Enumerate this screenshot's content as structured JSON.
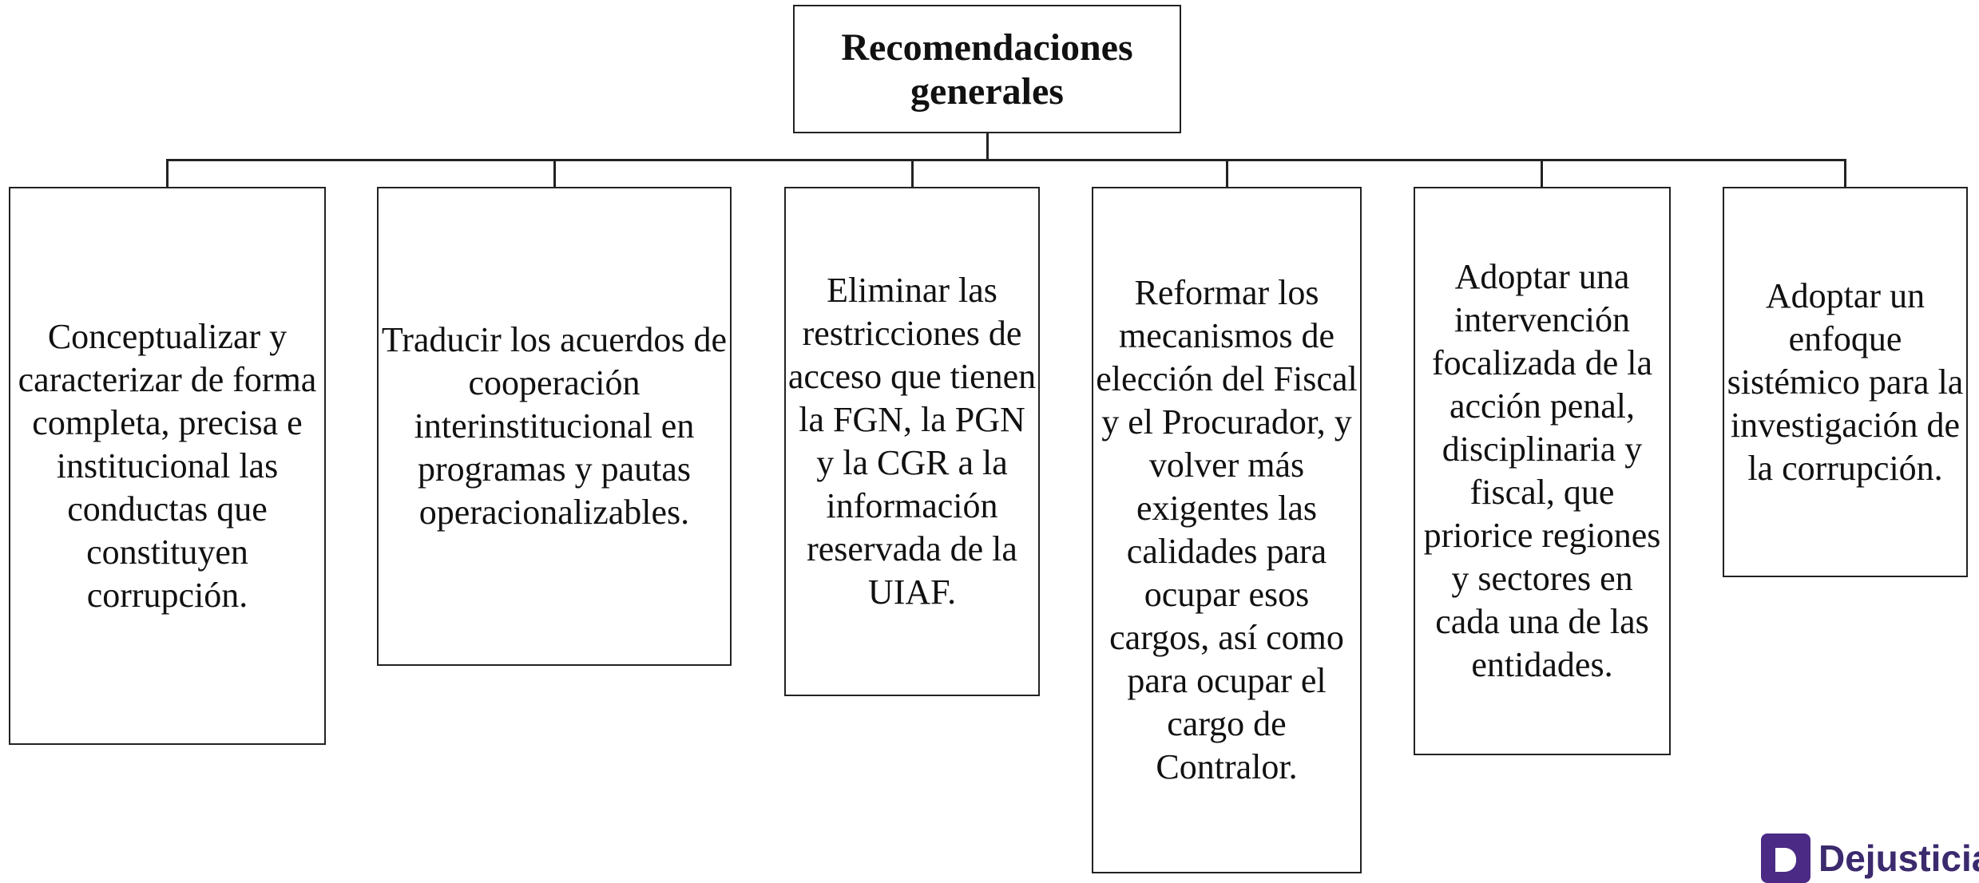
{
  "diagram": {
    "root": {
      "title": "Recomendaciones generales"
    },
    "children": [
      {
        "text": "Conceptualizar y caracterizar de forma completa, precisa e institucional las conductas que constituyen corrupción."
      },
      {
        "text": "Traducir los acuerdos de cooperación interinstitucional en programas y pautas operacionalizables."
      },
      {
        "text": "Eliminar las restricciones de acceso que tienen la FGN, la PGN y la CGR a la información reservada de la UIAF."
      },
      {
        "text": "Reformar los mecanismos de elección del Fiscal y el Procurador, y volver más exigentes las calidades para ocupar esos cargos, así como para ocupar el cargo de Contralor."
      },
      {
        "text": "Adoptar una intervención focalizada de la acción penal, disciplinaria y fiscal, que priorice regiones y sectores en cada una de las entidades."
      },
      {
        "text": "Adoptar un enfoque sistémico para la investigación de la corrupción."
      }
    ]
  },
  "logo": {
    "text": "Dejusticia",
    "color": "#4a2a85"
  },
  "colors": {
    "border": "#222222",
    "background": "#ffffff"
  }
}
